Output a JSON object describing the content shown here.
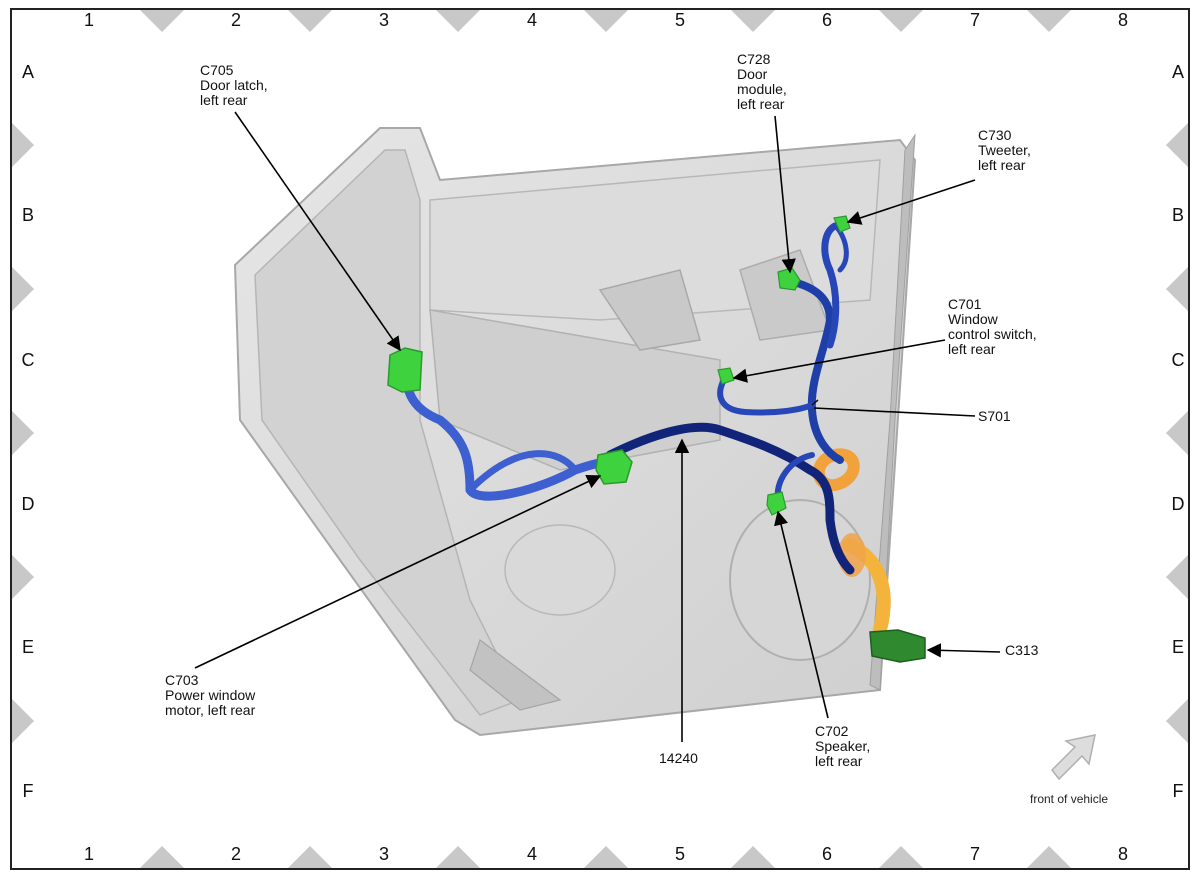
{
  "grid": {
    "columns": [
      "1",
      "2",
      "3",
      "4",
      "5",
      "6",
      "7",
      "8"
    ],
    "rows": [
      "A",
      "B",
      "C",
      "D",
      "E",
      "F"
    ]
  },
  "callouts": [
    {
      "id": "c705",
      "lines": [
        "C705",
        "Door latch,",
        "left rear"
      ]
    },
    {
      "id": "c728",
      "lines": [
        "C728",
        "Door",
        "module,",
        "left rear"
      ]
    },
    {
      "id": "c730",
      "lines": [
        "C730",
        "Tweeter,",
        "left rear"
      ]
    },
    {
      "id": "c701",
      "lines": [
        "C701",
        "Window",
        "control switch,",
        "left rear"
      ]
    },
    {
      "id": "s701",
      "lines": [
        "S701"
      ]
    },
    {
      "id": "c313",
      "lines": [
        "C313"
      ]
    },
    {
      "id": "c703",
      "lines": [
        "C703",
        "Power window",
        "motor, left rear"
      ]
    },
    {
      "id": "h14240",
      "lines": [
        "14240"
      ]
    },
    {
      "id": "c702",
      "lines": [
        "C702",
        "Speaker,",
        "left rear"
      ]
    }
  ],
  "orientation_label": "front of vehicle",
  "colors": {
    "door_panel": "#d9d9d9",
    "harness_blue": "#1f3fa8",
    "connector_green": "#3fd23f",
    "harness_orange": "#f2a23a",
    "connector_dark_green": "#2f8a2f"
  }
}
